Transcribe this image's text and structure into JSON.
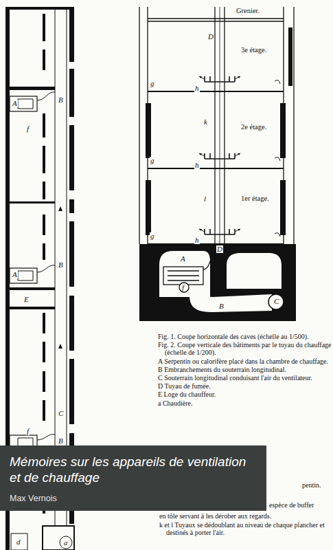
{
  "diagram": {
    "nodes": [
      {
        "text": [
          "Mémoires sur les appareils de ventilation et de chauffage",
          "Max Vernois"
        ]
      }
    ],
    "labels": [
      "Grenier.",
      "D",
      "3e étage.",
      "g",
      "h",
      "2e étage.",
      "k",
      "g",
      "h",
      "1er étage.",
      "l",
      "g",
      "h",
      "D",
      "A",
      "f",
      "B",
      "C",
      "A",
      "f",
      "B",
      "B",
      "A",
      "E",
      "C",
      "f",
      "B",
      "d",
      "a",
      "Fig. 1. Coupe horizontale des caves (échelle au 1/500).",
      "Fig. 2. Coupe verticale des bâtiments par le tuyau du chauffage (échelle de 1/200).",
      "A Serpentin ou calorifère placé dans la chambre de chauffage.",
      "B Embranchements du souterrain longitudinal.",
      "C Souterrain longitudinal conduisant l'air du ventilateur.",
      "D Tuyau de fumée.",
      "E Loge du chauffeur.",
      "a Chaudière.",
      "pentin.",
      "espèce de buffer",
      "en tôle servant à les dérober aux regards.",
      "k et l Tuyaux se dédoublant au niveau de chaque plancher et destinés à porter l'air."
    ]
  }
}
